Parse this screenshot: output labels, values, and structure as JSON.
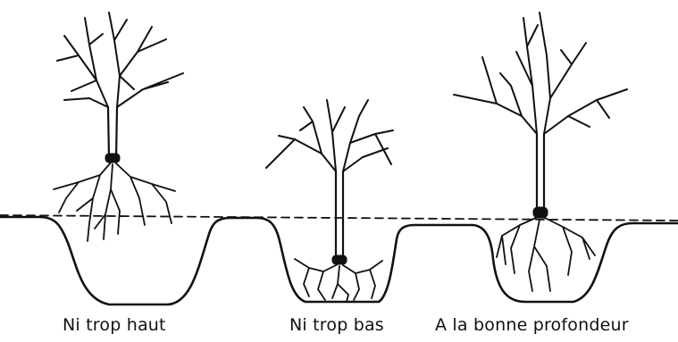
{
  "diagram": {
    "panels": [
      {
        "label": "Ni trop haut"
      },
      {
        "label": "Ni trop bas"
      },
      {
        "label": "A la bonne profondeur"
      }
    ]
  },
  "colors": {
    "ink": "#111111",
    "background": "#ffffff"
  }
}
